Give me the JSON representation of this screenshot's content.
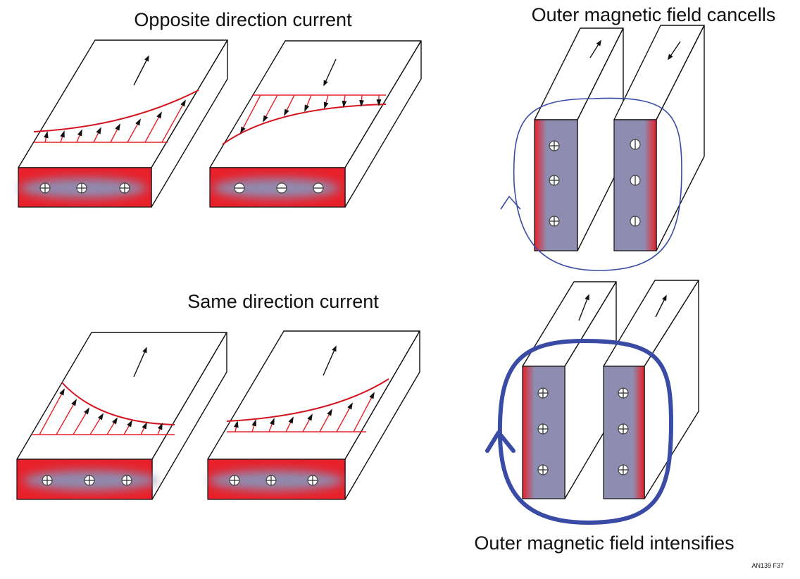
{
  "titles": {
    "opposite": "Opposite direction current",
    "same": "Same direction current",
    "cancels": "Outer magnetic field cancells",
    "intensifies": "Outer magnetic field intensifies"
  },
  "figure_id": "AN139 F37",
  "colors": {
    "current_red": "#e8202a",
    "conductor_gray": "#8e8cb1",
    "field_blue": "#3a4ba6"
  },
  "charges": {
    "opposite_left": "positive",
    "opposite_right": "negative",
    "same_left": "positive",
    "same_right": "positive",
    "cancel_left": "positive",
    "cancel_right": "negative",
    "intensify_left": "positive",
    "intensify_right": "positive"
  }
}
